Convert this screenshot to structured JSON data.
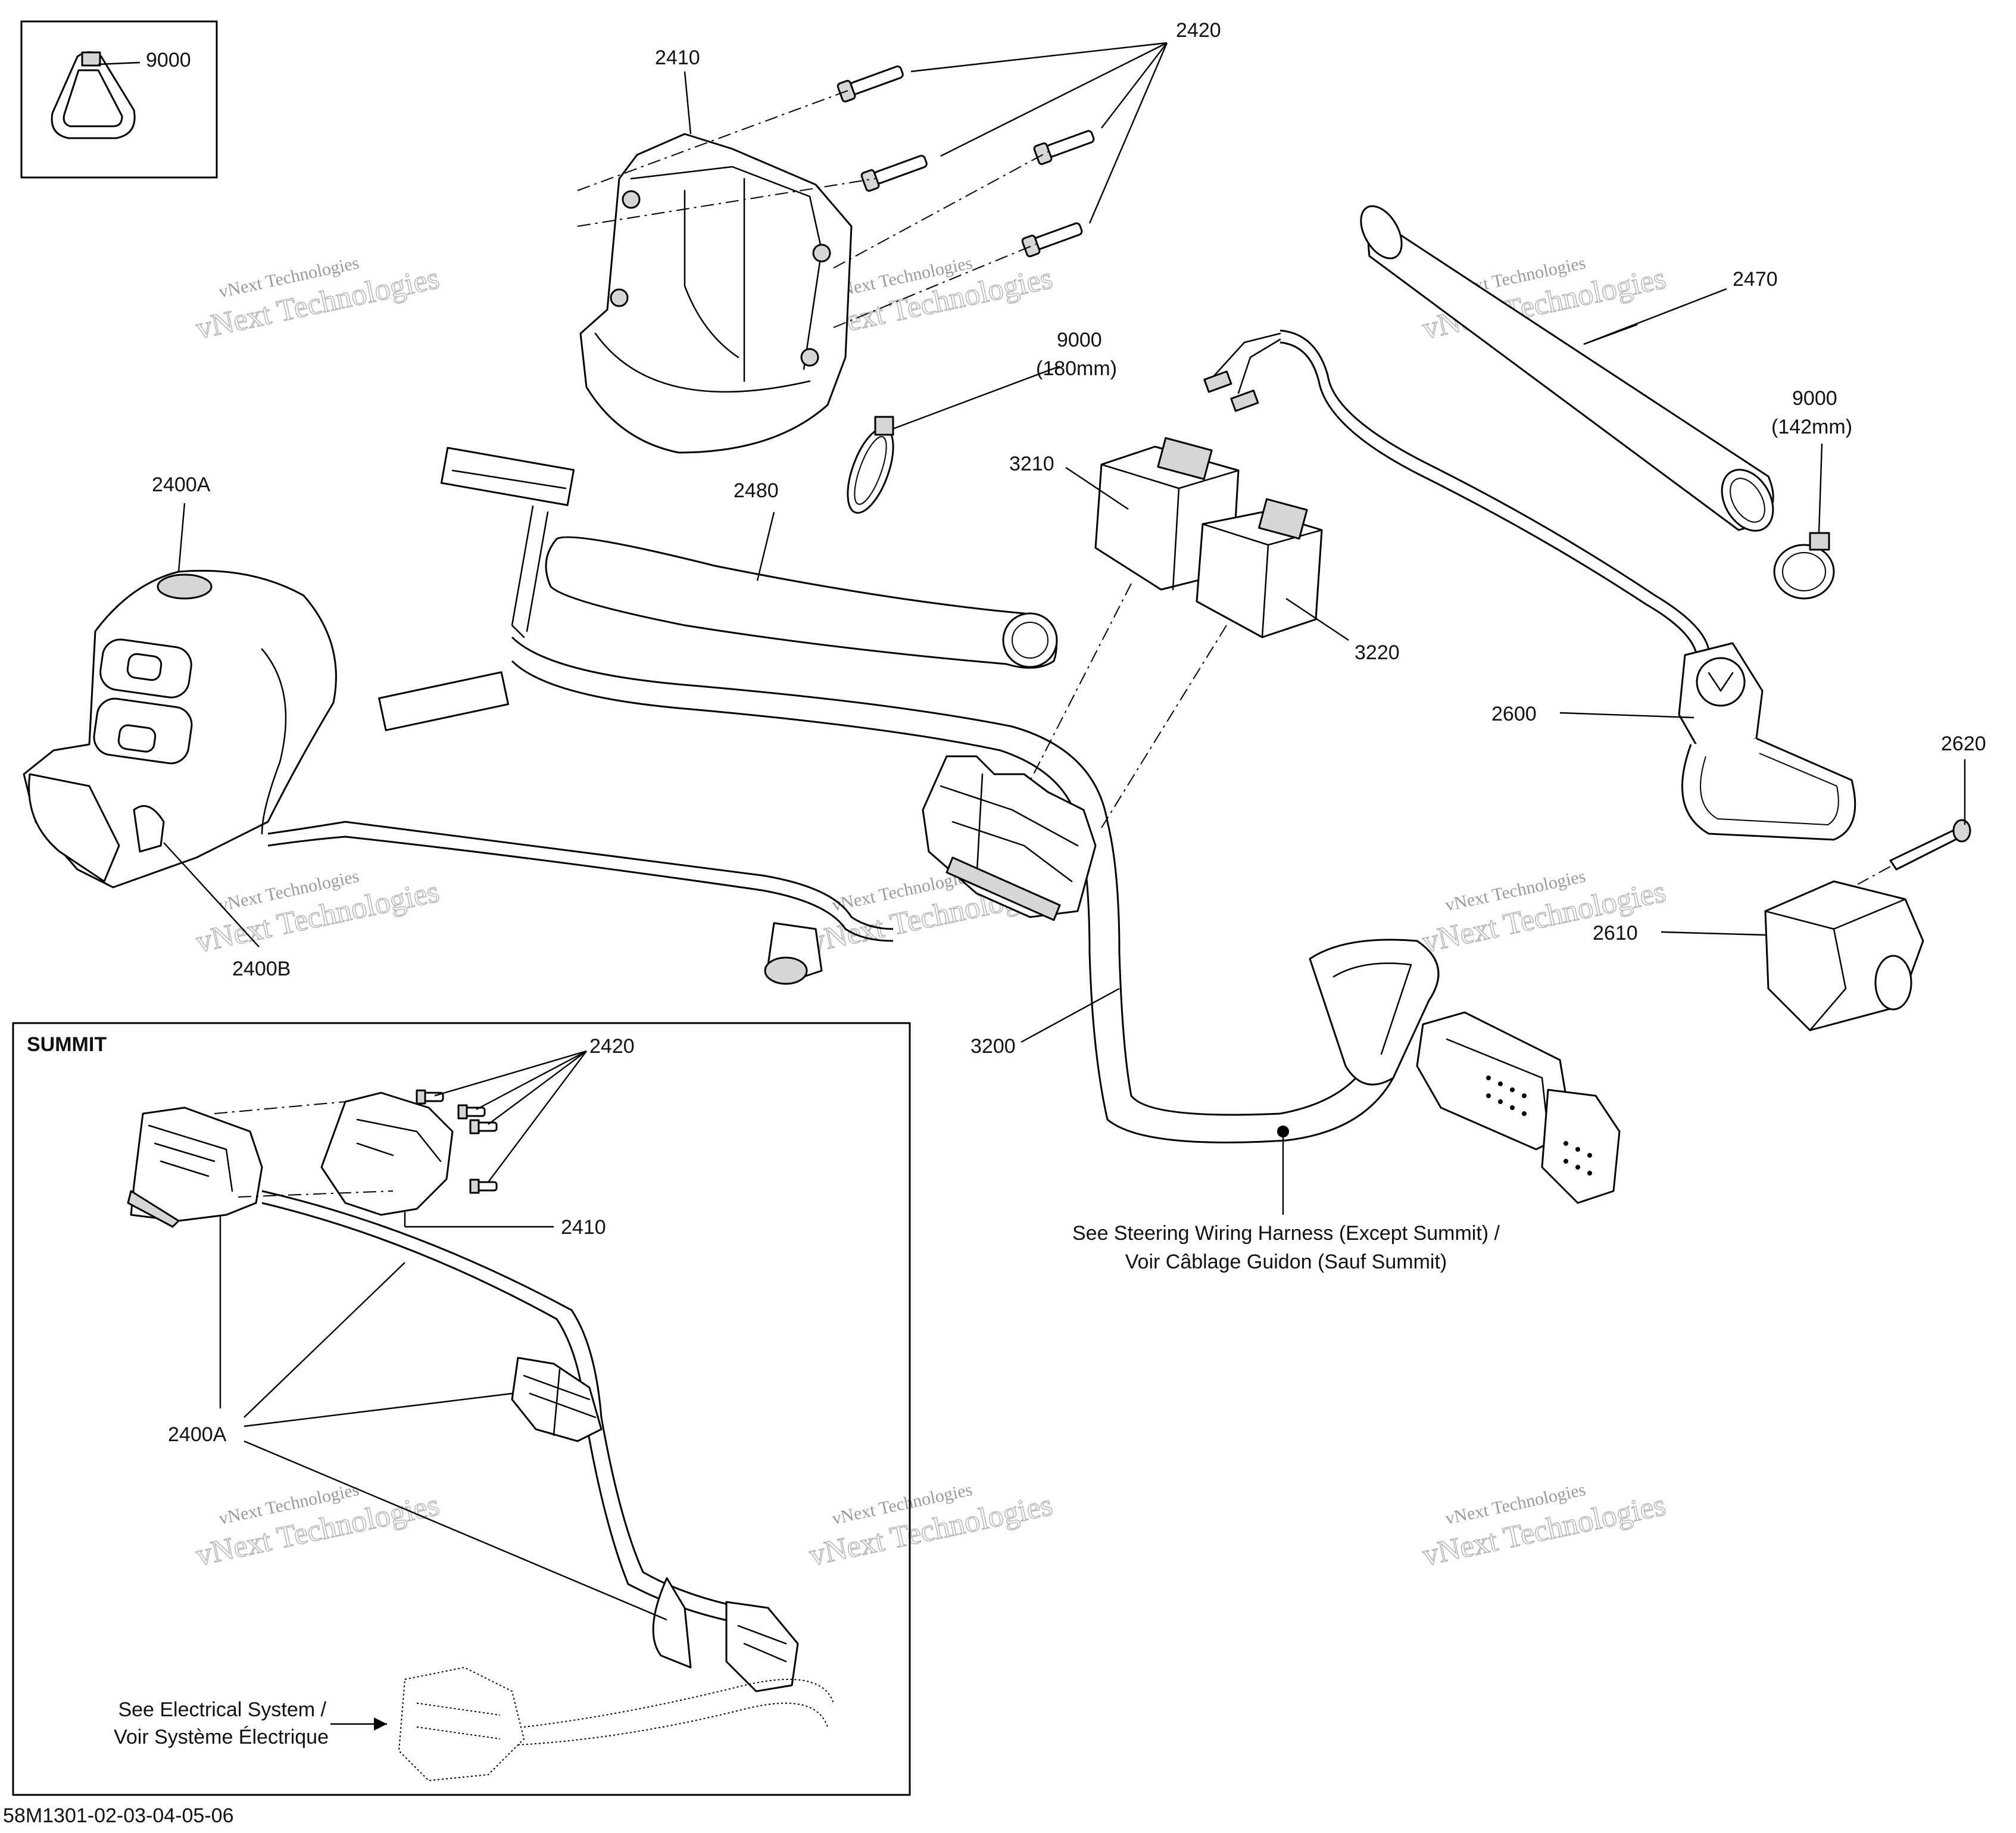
{
  "diagram_code": "58M1301-02-03-04-05-06",
  "inset_title": "SUMMIT",
  "watermark": {
    "line1": "vNext Technologies",
    "line2": "vNext Technologies"
  },
  "labels": {
    "p9000_box": "9000",
    "p2410": "2410",
    "p2420": "2420",
    "p9000_180": "9000",
    "p9000_180_size": "(180mm)",
    "p2470": "2470",
    "p9000_142": "9000",
    "p9000_142_size": "(142mm)",
    "p3210": "3210",
    "p3220": "3220",
    "p2480": "2480",
    "p2400a": "2400A",
    "p2400b": "2400B",
    "p2600": "2600",
    "p2620": "2620",
    "p2610": "2610",
    "p3200": "3200",
    "s2420": "2420",
    "s2410": "2410",
    "s2400a": "2400A"
  },
  "notes": {
    "steering_line1": "See Steering Wiring Harness (Except Summit) /",
    "steering_line2": "Voir Câblage Guidon (Sauf Summit)",
    "electrical_line1": "See Electrical System /",
    "electrical_line2": "Voir Système Électrique"
  }
}
